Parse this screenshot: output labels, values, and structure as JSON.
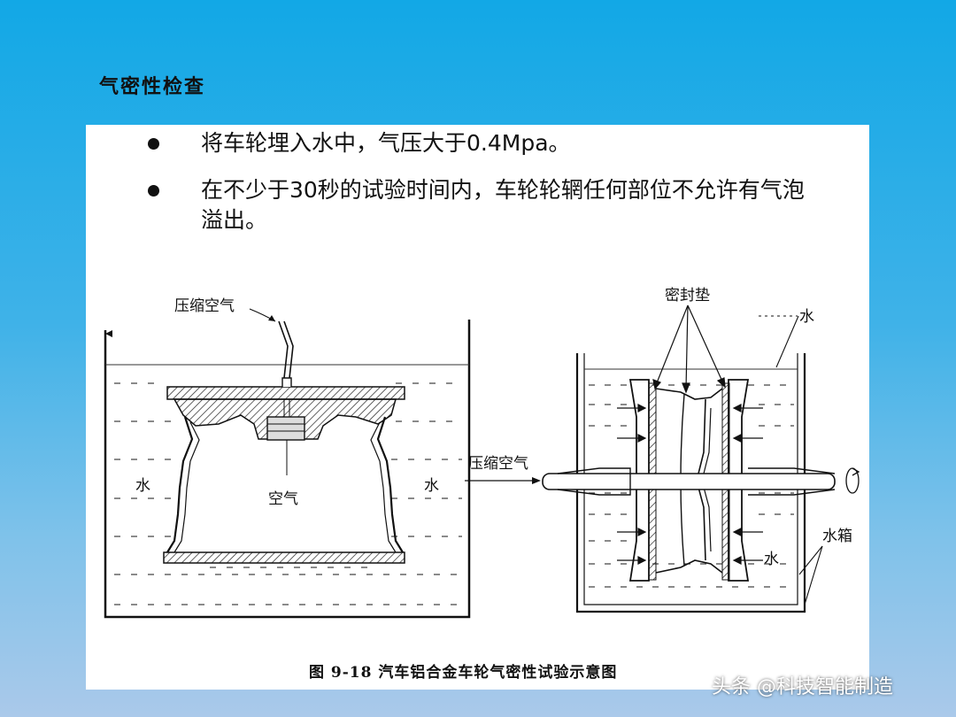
{
  "slide": {
    "title": "气密性检查"
  },
  "bullets": [
    {
      "text": "将车轮埋入水中，气压大于0.4Mpa。"
    },
    {
      "text": "在不少于30秒的试验时间内，车轮轮辋任何部位不允许有气泡溢出。"
    }
  ],
  "figure": {
    "left_diagram": {
      "label_compressed_air": "压缩空气",
      "label_air": "空气",
      "label_water_left": "水",
      "label_water_right": "水"
    },
    "right_diagram": {
      "label_seal_gasket": "密封垫",
      "label_water_top": "水",
      "label_compressed_air": "压缩空气",
      "label_water_inner": "水",
      "label_water_tank": "水箱"
    },
    "caption": "图 9-18    汽车铝合金车轮气密性试验示意图"
  },
  "watermark": "头条 @科技智能制造"
}
